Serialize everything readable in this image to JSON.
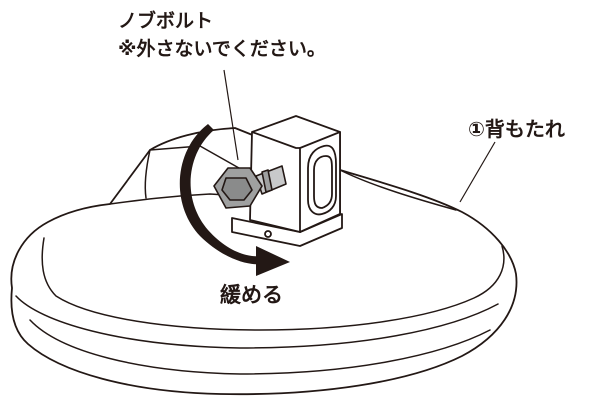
{
  "labels": {
    "knob_bolt": "ノブボルト",
    "knob_bolt_note": "※外さないでください。",
    "backrest": "①背もたれ",
    "loosen": "緩める"
  },
  "icons": {
    "rotation_arrow": "counterclockwise-arrow-icon",
    "bolt_head": "hex-knob-bolt-icon"
  },
  "colors": {
    "line": "#231815",
    "bolt_fill": "#9fa0a0",
    "bolt_dark": "#6e6e6e",
    "background": "#ffffff"
  }
}
